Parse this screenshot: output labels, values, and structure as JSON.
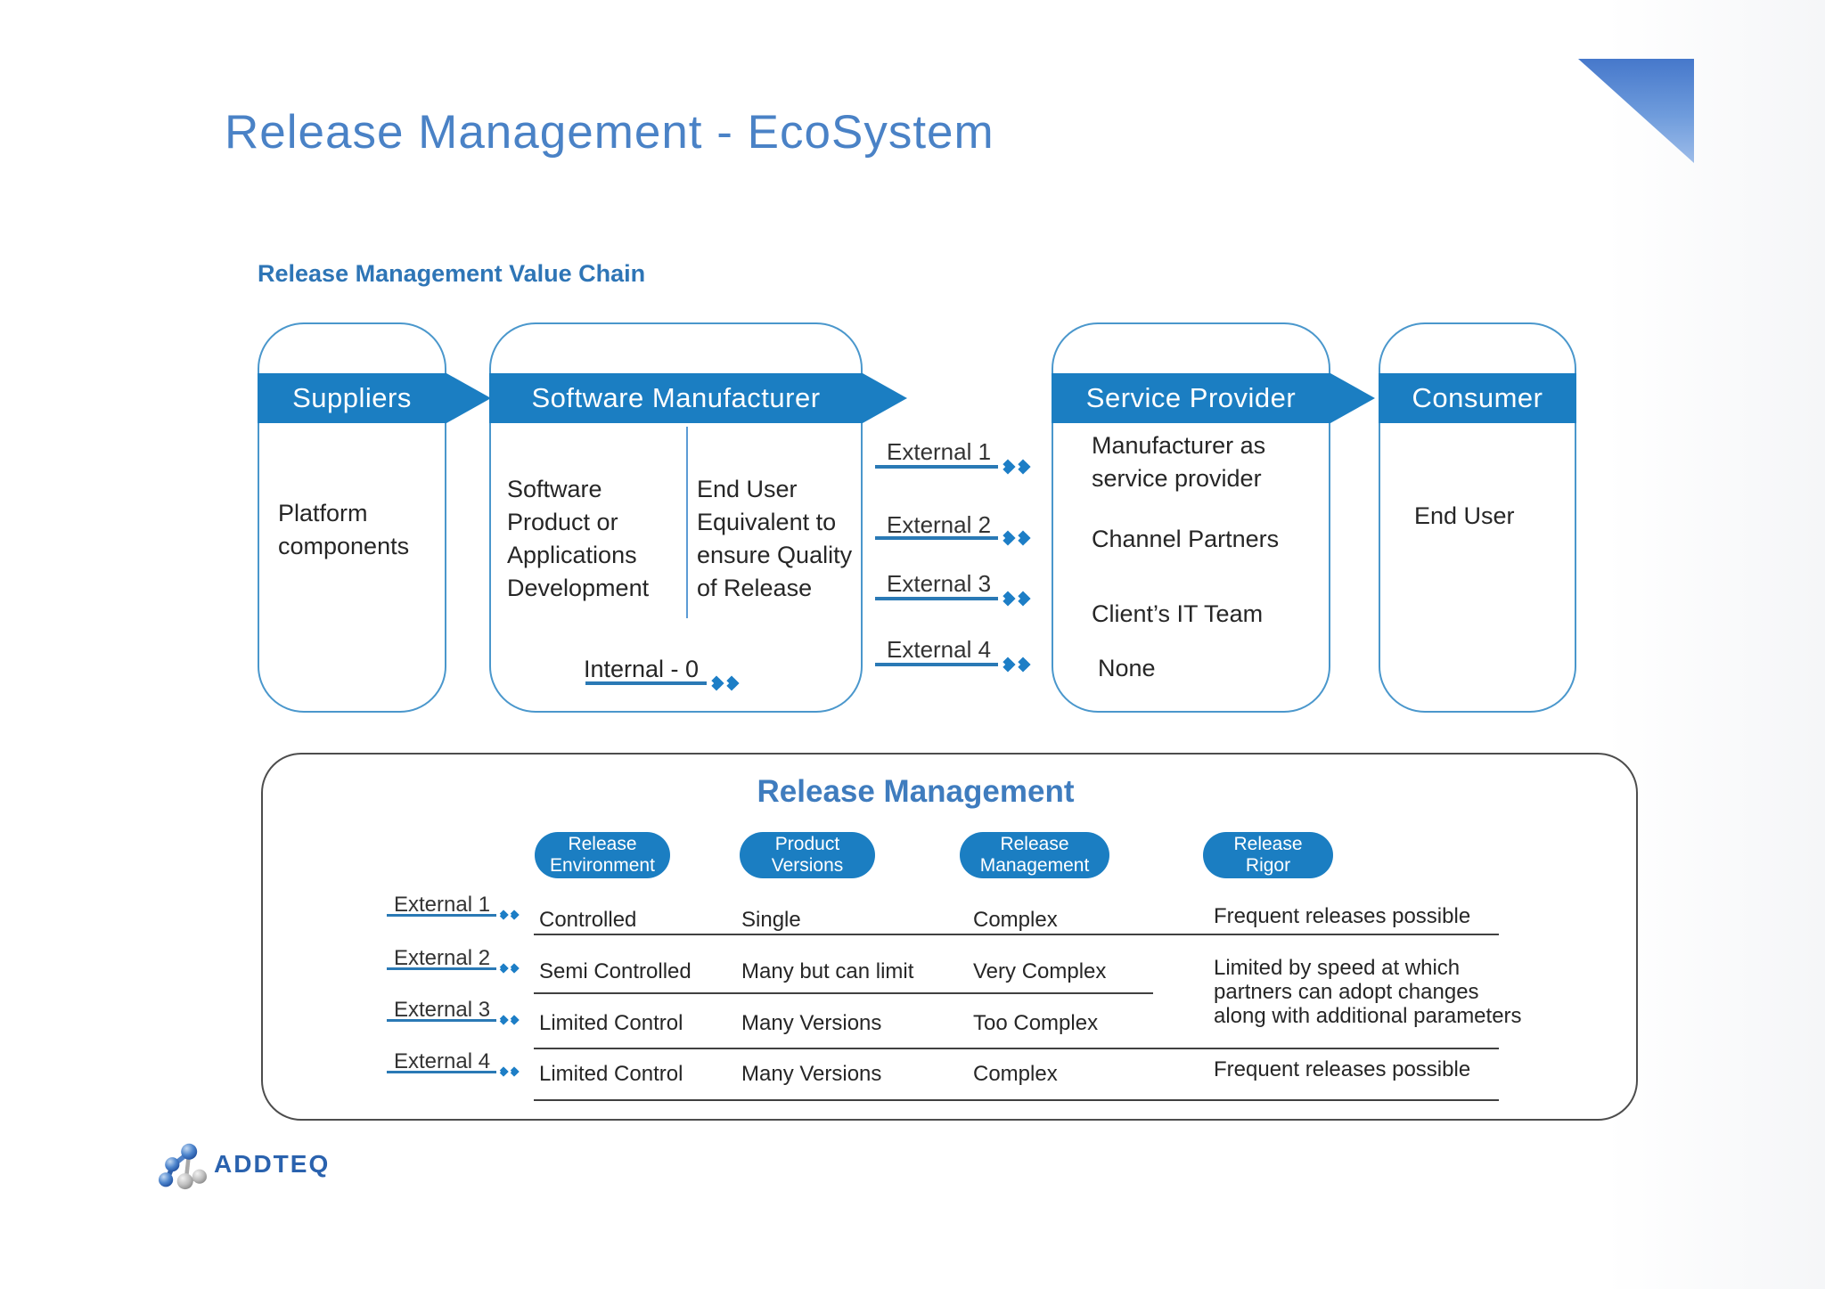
{
  "slide": {
    "title": "Release Management - EcoSystem",
    "section_title": "Release Management Value Chain",
    "logo_text": "ADDTEQ"
  },
  "colors": {
    "accent_blue": "#1b7ec2",
    "arrow_blue": "#2a79b5",
    "chevron_blue": "#1d7ec6",
    "title_blue": "#4a82c6",
    "heading_blue": "#2e75b6",
    "panel_title_blue": "#3f7cbe",
    "box_border_blue": "#4a97cc",
    "panel_border_gray": "#4d4d4d",
    "text_dark": "#262626"
  },
  "value_chain": {
    "stages": [
      {
        "label": "Suppliers",
        "body": "Platform\ncomponents"
      },
      {
        "label": "Software Manufacturer",
        "left_column": "Software\nProduct or\nApplications\nDevelopment",
        "right_column": "End User\nEquivalent to\nensure Quality\nof Release",
        "internal_flow": "Internal - 0"
      },
      {
        "label": "Service Provider",
        "items": [
          "Manufacturer as\nservice provider",
          "Channel Partners",
          "Client’s IT Team",
          "None"
        ]
      },
      {
        "label": "Consumer",
        "items": [
          "End User"
        ]
      }
    ],
    "flows": [
      "External 1",
      "External 2",
      "External 3",
      "External 4"
    ]
  },
  "release_management": {
    "title": "Release Management",
    "columns": [
      "Release\nEnvironment",
      "Product\nVersions",
      "Release\nManagement",
      "Release\nRigor"
    ],
    "rows": [
      {
        "flow": "External 1",
        "release_environment": "Controlled",
        "product_versions": "Single",
        "release_management": "Complex",
        "release_rigor": "Frequent releases possible"
      },
      {
        "flow": "External 2",
        "release_environment": "Semi Controlled",
        "product_versions": "Many but can limit",
        "release_management": "Very Complex",
        "release_rigor": "Limited by speed at which\npartners can adopt changes\nalong with additional parameters"
      },
      {
        "flow": "External 3",
        "release_environment": "Limited Control",
        "product_versions": "Many Versions",
        "release_management": "Too Complex"
      },
      {
        "flow": "External 4",
        "release_environment": "Limited Control",
        "product_versions": "Many Versions",
        "release_management": "Complex",
        "release_rigor": "Frequent releases possible"
      }
    ]
  }
}
